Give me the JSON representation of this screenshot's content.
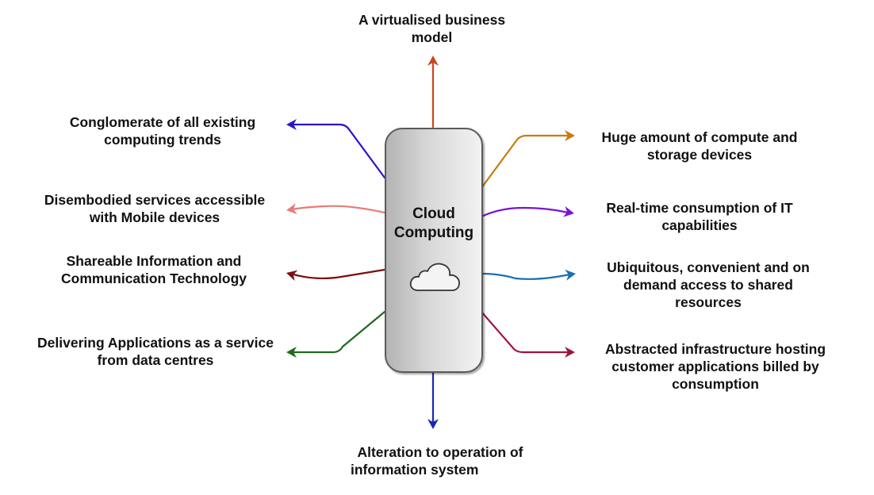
{
  "diagram": {
    "center": {
      "title_lines": [
        "Cloud",
        "Computing"
      ],
      "icon": "cloud-icon"
    },
    "branches": [
      {
        "id": "top",
        "lines": [
          "A virtualised business",
          "model"
        ],
        "color": "#c8461e",
        "direction": "up"
      },
      {
        "id": "left-1",
        "lines": [
          "Conglomerate of all existing",
          "computing trends"
        ],
        "color": "#2a14c8",
        "direction": "left"
      },
      {
        "id": "left-2",
        "lines": [
          "Disembodied services accessible",
          "with Mobile devices"
        ],
        "color": "#e87a78",
        "direction": "left"
      },
      {
        "id": "left-3",
        "lines": [
          "Shareable Information and",
          "Communication Technology"
        ],
        "color": "#7a0f12",
        "direction": "left"
      },
      {
        "id": "left-4",
        "lines": [
          "Delivering Applications as a service",
          "from data centres"
        ],
        "color": "#1e6a1e",
        "direction": "left"
      },
      {
        "id": "right-1",
        "lines": [
          "Huge amount of compute and",
          "storage devices"
        ],
        "color": "#c87a0a",
        "direction": "right"
      },
      {
        "id": "right-2",
        "lines": [
          "Real-time consumption of IT",
          "capabilities"
        ],
        "color": "#7a14d2",
        "direction": "right"
      },
      {
        "id": "right-3",
        "lines": [
          "Ubiquitous, convenient and on",
          "demand access to shared",
          "resources"
        ],
        "color": "#1a6eb4",
        "direction": "right"
      },
      {
        "id": "right-4",
        "lines": [
          "Abstracted infrastructure hosting",
          "customer applications billed by",
          "consumption"
        ],
        "color": "#a0143c",
        "direction": "right"
      },
      {
        "id": "bottom",
        "lines": [
          "Alteration to operation of",
          "information system"
        ],
        "color": "#1a28b4",
        "direction": "down"
      }
    ]
  }
}
